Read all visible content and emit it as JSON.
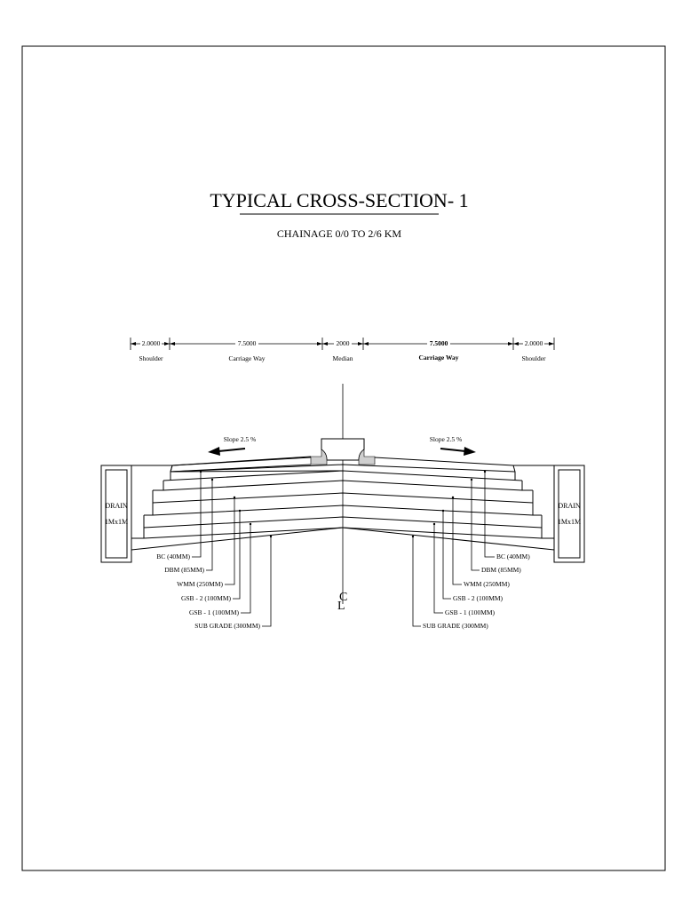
{
  "drawing": {
    "title": "TYPICAL CROSS-SECTION- 1",
    "subtitle": "CHAINAGE   0/0 TO 2/6 KM",
    "centerline": "CL",
    "slope_left": "Slope 2.5 %",
    "slope_right": "Slope 2.5 %",
    "drain_left": [
      "DRAIN",
      "1Mx1M"
    ],
    "drain_right": [
      "DRAIN",
      "1Mx1M"
    ]
  },
  "dimensions": [
    {
      "value": "2.0000",
      "label": "Shoulder"
    },
    {
      "value": "7.5000",
      "label": "Carriage Way"
    },
    {
      "value": "2000",
      "label": "Median"
    },
    {
      "value": "7.5000",
      "label": "Carriage Way"
    },
    {
      "value": "2.0000",
      "label": "Shoulder"
    }
  ],
  "layers": [
    "BC (40MM)",
    "DBM (85MM)",
    "WMM (250MM)",
    "GSB - 2 (100MM)",
    "GSB - 1 (100MM)",
    "SUB GRADE (300MM)"
  ]
}
